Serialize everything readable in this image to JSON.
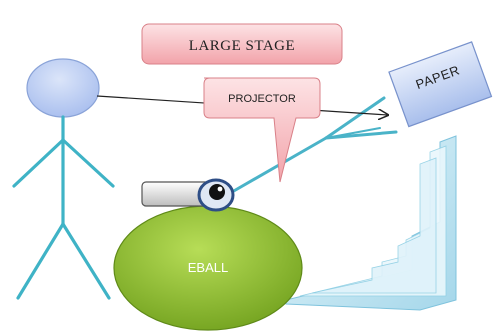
{
  "labels": {
    "large_stage": "LARGE STAGE",
    "projector": "PROJECTOR",
    "paper": "PAPER",
    "eball": "EBALL"
  },
  "colors": {
    "large_stage_fill": "#f5b7bb",
    "projector_fill": "#f5b7bb",
    "paper_fill": "#c8d6f2",
    "head_fill": "#b7c9f0",
    "stick_figure": "#3fb3c6",
    "eball_fill": "#8cbd2f",
    "beam": "#4ab3c8",
    "stairs_fill": "#cfeaf4",
    "arrow": "#222222"
  },
  "icons": {
    "projector_lens": "camera-lens-icon",
    "person": "stick-figure-icon"
  }
}
